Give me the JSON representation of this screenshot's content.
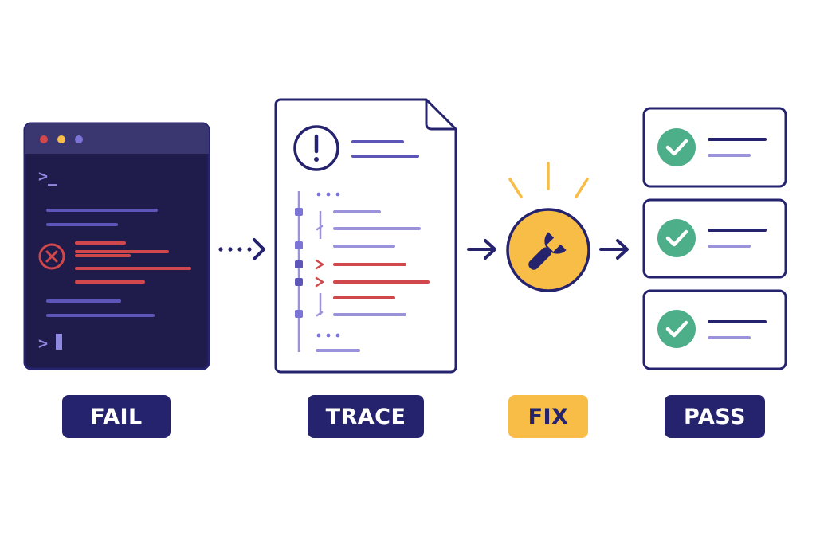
{
  "steps": {
    "fail": {
      "label": "FAIL"
    },
    "trace": {
      "label": "TRACE"
    },
    "fix": {
      "label": "FIX"
    },
    "pass": {
      "label": "PASS"
    }
  },
  "terminal": {
    "prompt_top": ">_",
    "prompt_bottom": ">"
  },
  "colors": {
    "navy": "#25226e",
    "terminal_bg": "#1f1b4b",
    "terminal_bar": "#3a3670",
    "line_purple": "#6b62c4",
    "line_light": "#9a93dc",
    "error_red": "#d0484b",
    "yellow": "#f7bd47",
    "green": "#4caf8a",
    "label_text_light": "#ffffff",
    "label_text_dark": "#25226e"
  },
  "icons": {
    "fail": "error-x-circle-icon",
    "trace": "alert-exclamation-icon",
    "fix": "wrench-icon",
    "pass": "check-circle-icon"
  }
}
